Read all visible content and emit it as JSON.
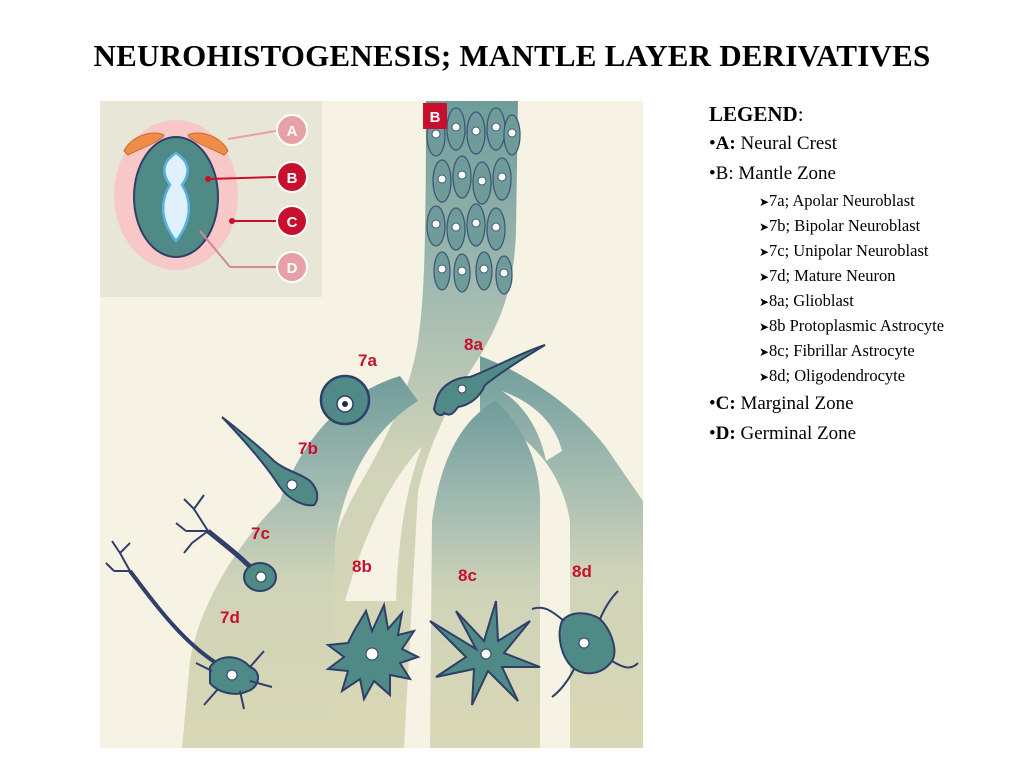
{
  "title": "NEUROHISTOGENESIS; MANTLE LAYER DERIVATIVES",
  "figure": {
    "top_badge": "B",
    "inset_labels": [
      "A",
      "B",
      "C",
      "D"
    ],
    "cell_labels": {
      "7a": "7a",
      "7b": "7b",
      "7c": "7c",
      "7d": "7d",
      "8a": "8a",
      "8b": "8b",
      "8c": "8c",
      "8d": "8d"
    },
    "colors": {
      "label_red": "#c8102e",
      "cell_fill": "#4f8a86",
      "cell_outline": "#2f3f6a",
      "stream_dark": "#6f9c9a",
      "stream_light": "#d9d8b6",
      "panel_bg": "#f6f3e4",
      "inset_bg": "#e8e6d6",
      "pink": "#f5b6b9",
      "crest_orange": "#f08c4a"
    }
  },
  "legend": {
    "heading": "LEGEND",
    "heading_suffix": ":",
    "bullet": "•",
    "items": [
      {
        "key": "A:",
        "text": " Neural Crest",
        "bold_key": true
      },
      {
        "key": "B",
        "text": ": Mantle Zone",
        "bold_key": false,
        "sub": [
          "7a; Apolar Neuroblast",
          "7b; Bipolar Neuroblast",
          "7c; Unipolar Neuroblast",
          "7d; Mature Neuron",
          "8a; Glioblast",
          "8b Protoplasmic Astrocyte",
          "8c; Fibrillar Astrocyte",
          "8d; Oligodendrocyte"
        ]
      },
      {
        "key": "C:",
        "text": " Marginal Zone",
        "bold_key": true
      },
      {
        "key": "D:",
        "text": " Germinal Zone",
        "bold_key": true
      }
    ]
  }
}
